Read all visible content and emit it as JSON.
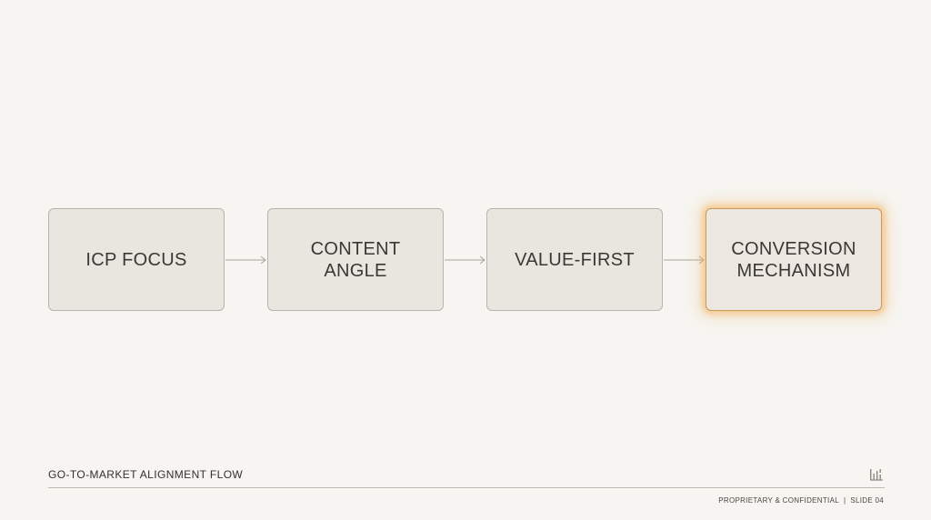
{
  "steps": [
    {
      "label": "ICP FOCUS"
    },
    {
      "label": "CONTENT\nANGLE"
    },
    {
      "label": "VALUE-FIRST"
    },
    {
      "label": "CONVERSION\nMECHANISM"
    }
  ],
  "highlighted_step": "CONVERSION MECHANISM",
  "footer": {
    "title": "GO-TO-MARKET ALIGNMENT FLOW",
    "confidential": "PROPRIETARY & CONFIDENTIAL",
    "separator": "|",
    "slide": "SLIDE 04"
  },
  "colors": {
    "background": "#f6f5f1",
    "box_fill": "#e9e6e0",
    "box_border": "#b9b4ab",
    "highlight_glow": "#f0aa50",
    "connector": "#a9a49b"
  },
  "icons": {
    "logo": "bar-chart-logo-icon"
  }
}
